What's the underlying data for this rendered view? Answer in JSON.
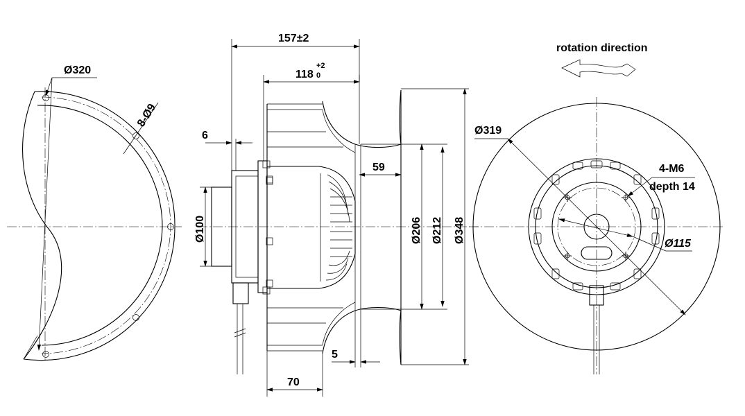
{
  "rotation_label": "rotation direction",
  "dims": {
    "d320": "Ø320",
    "holes": "8-Ø9",
    "overall_len": "157±2",
    "len_118": "118",
    "tol_upper": "+2",
    "tol_lower": "0",
    "d6": "6",
    "d59": "59",
    "d100": "Ø100",
    "d206": "Ø206",
    "d212": "Ø212",
    "d348": "Ø348",
    "d5": "5",
    "d70": "70",
    "d319": "Ø319",
    "m6": "4-M6",
    "depth": "depth 14",
    "d115": "Ø115"
  }
}
